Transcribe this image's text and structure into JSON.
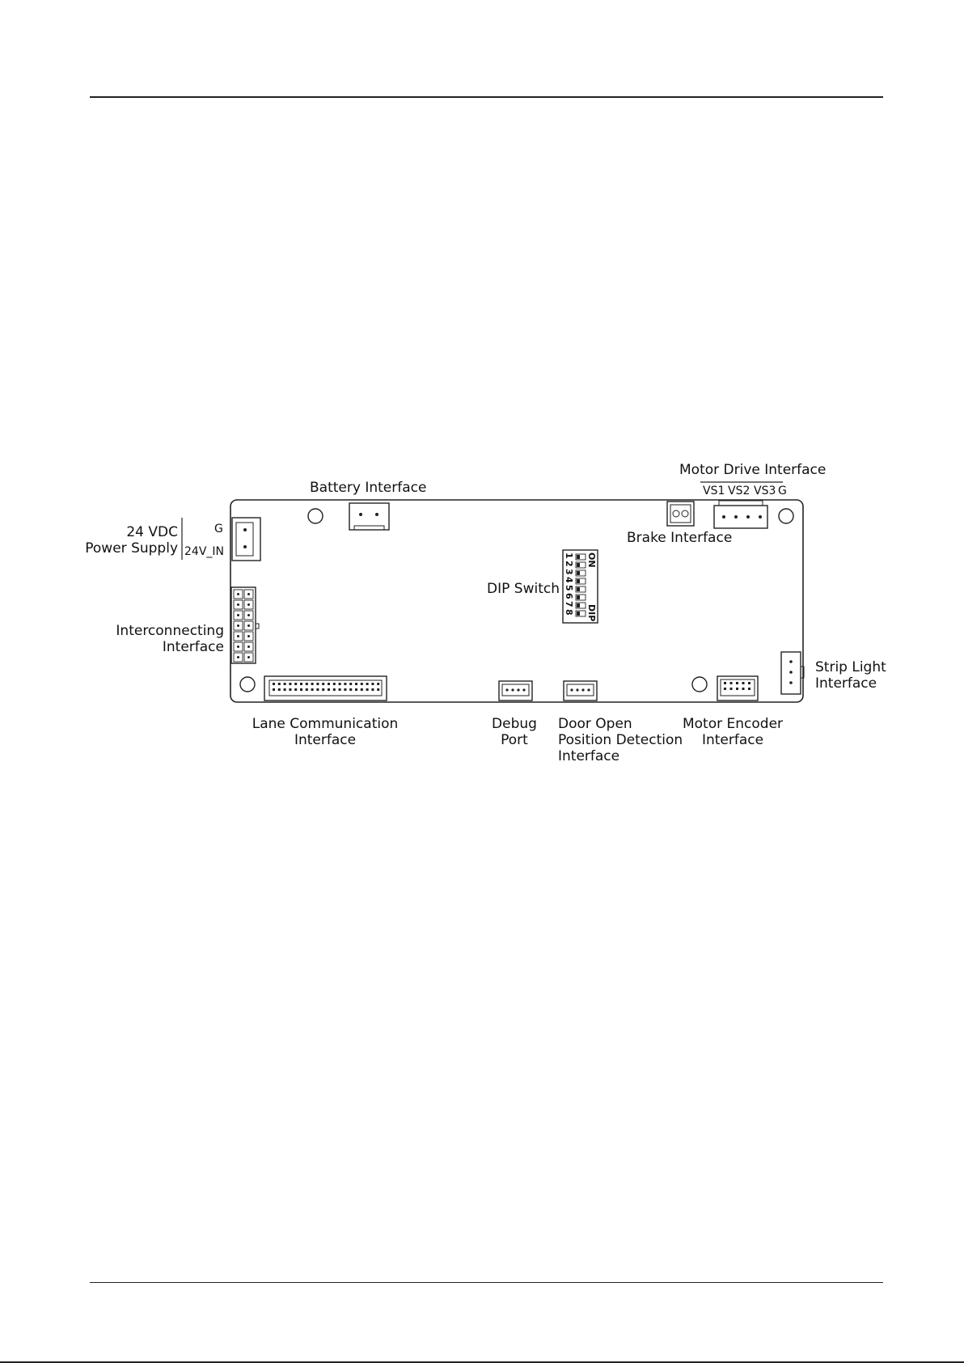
{
  "labels": {
    "battery": "Battery Interface",
    "motor_drive": "Motor Drive Interface",
    "motor_drive_pins": [
      "VS1",
      "VS2",
      "VS3",
      "G"
    ],
    "brake": "Brake Interface",
    "power_line1": "24 VDC",
    "power_line2": "Power Supply",
    "power_pin_g": "G",
    "power_pin_24v": "24V_IN",
    "dip_switch": "DIP Switch",
    "dip_on": "ON",
    "dip_dip": "DIP",
    "dip_numbers": [
      "1",
      "2",
      "3",
      "4",
      "5",
      "6",
      "7",
      "8"
    ],
    "interconnecting_line1": "Interconnecting",
    "interconnecting_line2": "Interface",
    "strip_light_line1": "Strip Light",
    "strip_light_line2": "Interface",
    "lane_comm_line1": "Lane Communication",
    "lane_comm_line2": "Interface",
    "debug_line1": "Debug",
    "debug_line2": "Port",
    "door_open_line1": "Door Open",
    "door_open_line2": "Position Detection",
    "door_open_line3": "Interface",
    "motor_encoder_line1": "Motor Encoder",
    "motor_encoder_line2": "Interface"
  }
}
